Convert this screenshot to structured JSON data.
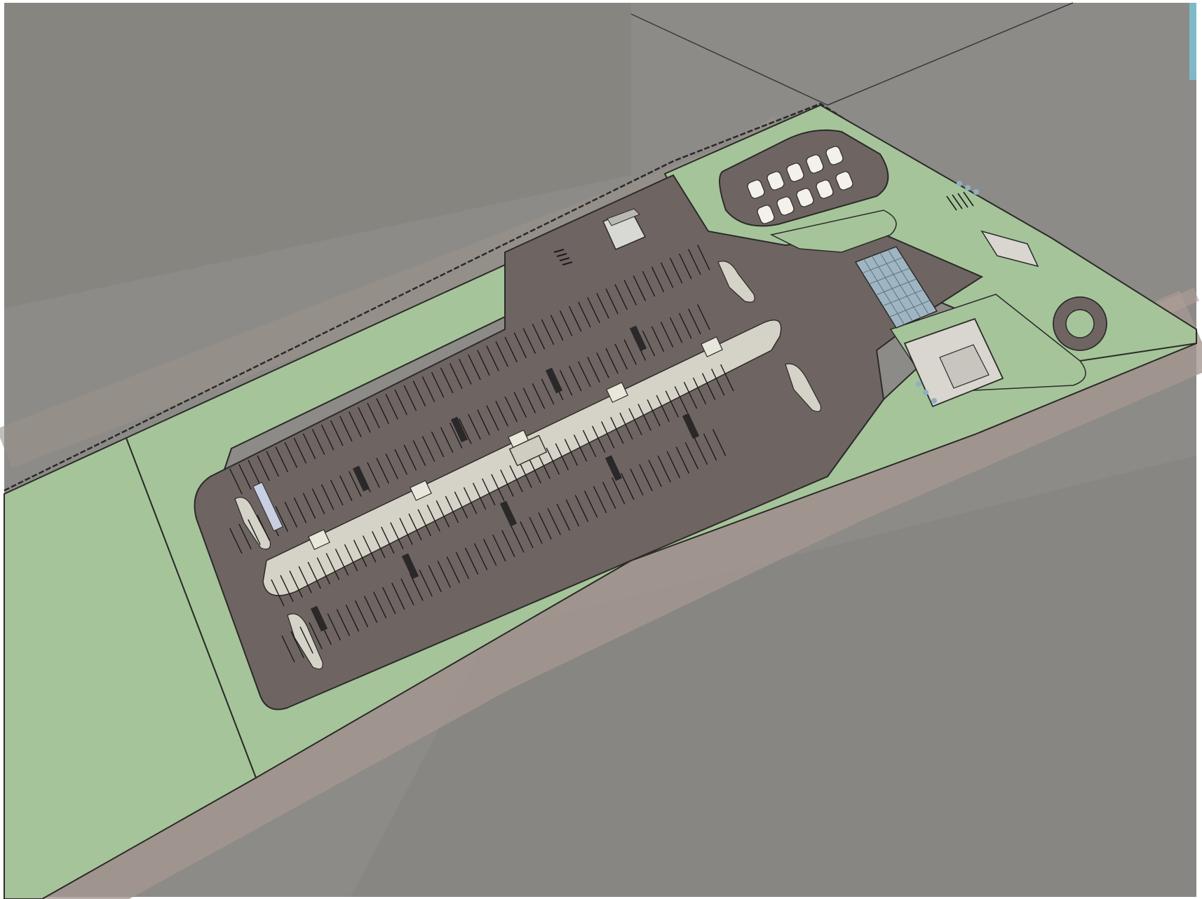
{
  "view": {
    "kind": "site-plan-aerial-photo",
    "text_labels": []
  },
  "colors": {
    "paper": "#ffffff",
    "field": "#8d8b87",
    "field_dark": "#77756f",
    "road_strip": "#a59790",
    "grass": "#a5c49a",
    "pavement": "#6e6563",
    "median": "#d5d2c7",
    "line": "#2c2a28",
    "stripe": "#1c1a1a",
    "blue_accent": "#8fb0c4",
    "teal_edge": "#7fb9c9"
  },
  "site": {
    "parking_rows": 4,
    "median_islands": 1,
    "kiosks_on_median": 6,
    "ev_bays": 10,
    "buildings": 3,
    "roundabouts": 1,
    "solar_canopy": 1
  }
}
